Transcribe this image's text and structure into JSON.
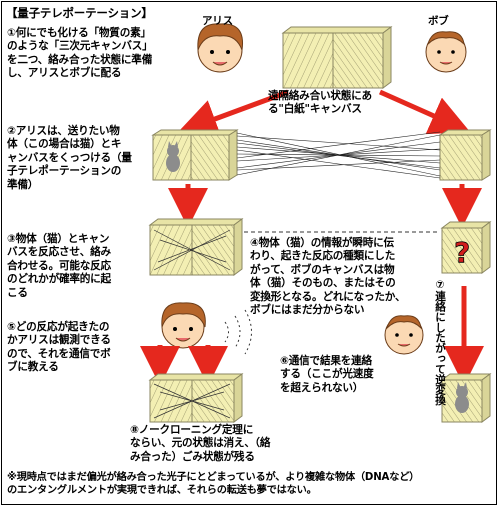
{
  "title": "【量子テレポーテーション】",
  "actors": {
    "alice": "アリス",
    "bob": "ボブ"
  },
  "steps": {
    "s1": "①何にでも化ける「物質の素」\nのような「三次元キャンバス」\nを二つ、絡み合った状態に準備\nし、アリスとボブに配る",
    "canvas_note": "遠隔絡み合い状態にあ\nる\"白紙\"キャンバス",
    "s2": "②アリスは、送りたい物\n体（この場合は猫）とキ\nャンバスをくっつける（量\n子テレポーテーションの\n準備）",
    "s3": "③物体（猫）とキャン\nバスを反応させ、絡み\n合わせる。可能な反応\nのどれかが確率的に起\nこる",
    "s4": "④物体（猫）の情報が瞬時に伝\nわり、起きた反応の種類にした\nがって、ボブのキャンバスは物\n体（猫）そのもの、またはその\n変換形となる。どれになったか、\nボブにはまだ分からない",
    "s5": "⑤どの反応が起きたの\nかアリスは観測できる\nので、それを通信でボ\nブに教える",
    "s6": "⑥通信で結果を連絡\nする（ここが光速度\nを超えられない）",
    "s7": "⑦連絡にしたがって逆変換",
    "s8": "⑧ノークローニング定理に\nならい、元の状態は消え、（絡\nみ合った）ごみ状態が残る"
  },
  "footnote": "※現時点ではまだ偏光が絡み合った光子にとどまっているが、より複雑な物体（DNAなど）\nのエンタングルメントが実現できれば、それらの転送も夢ではない。",
  "mark": "?",
  "colors": {
    "arrow": "#e5281e",
    "canvas": "#f3efb3",
    "canvas_edge": "#8a8660",
    "skin": "#fbd9b4",
    "hair": "#b5652a"
  }
}
